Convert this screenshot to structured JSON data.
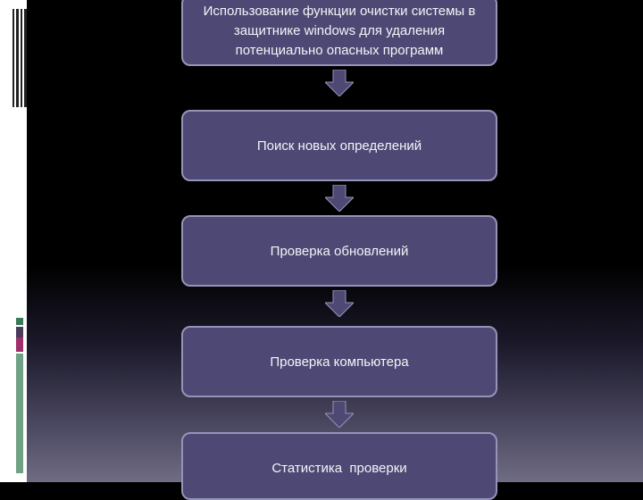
{
  "steps": [
    {
      "label": "Использование функции очистки системы в защитнике windows для удаления потенциально опасных программ"
    },
    {
      "label": "Поиск новых определений"
    },
    {
      "label": "Проверка обновлений"
    },
    {
      "label": "Проверка компьютера"
    },
    {
      "label": "Статистика  проверки"
    }
  ],
  "colors": {
    "box_fill": "#4e4874",
    "box_border": "#9693b8",
    "arrow": "#4e4874",
    "background": "#000000"
  }
}
